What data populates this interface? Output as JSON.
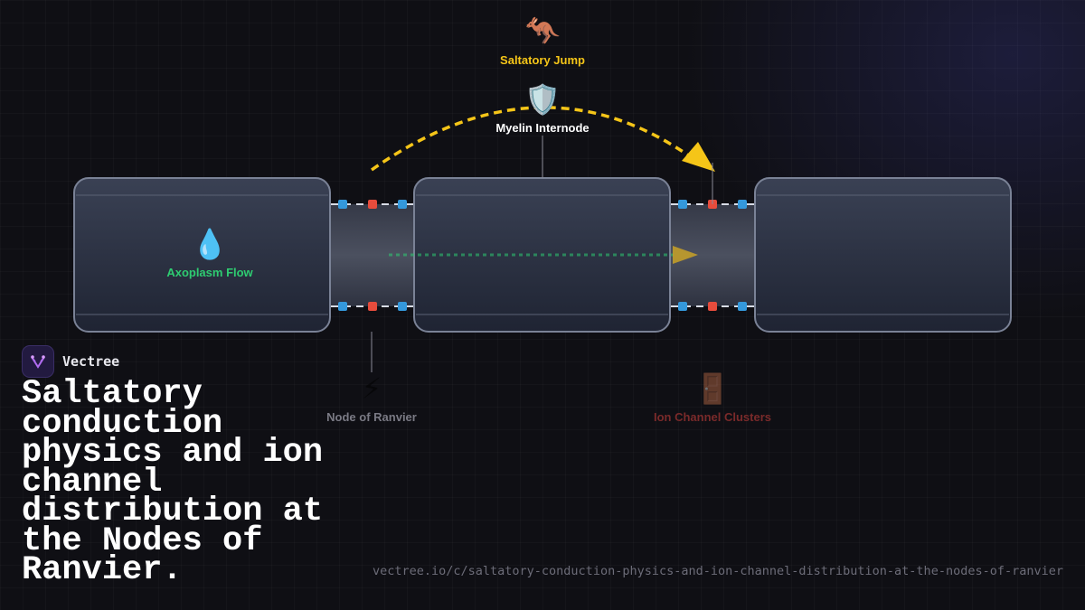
{
  "diagram": {
    "labels": {
      "saltatory_jump": "Saltatory Jump",
      "myelin_internode": "Myelin Internode",
      "axoplasm_flow": "Axoplasm Flow",
      "node_of_ranvier": "Node of Ranvier",
      "ion_channel_clusters": "Ion Channel Clusters"
    },
    "icons": {
      "saltatory_jump": "kangaroo-icon",
      "myelin_internode": "shield-icon",
      "axoplasm_flow": "droplet-icon",
      "node_of_ranvier": "lightning-icon",
      "ion_channel_clusters": "door-icon"
    },
    "glyphs": {
      "saltatory_jump": "🦘",
      "myelin_internode": "🛡️",
      "axoplasm_flow": "💧",
      "node_of_ranvier": "⚡",
      "ion_channel_clusters": "🚪"
    },
    "colors": {
      "jump": "#f5c518",
      "axoplasm": "#2ecc71",
      "myelin_label": "#ffffff",
      "node_label": "#7a7a84",
      "ion_label": "#7a2a2a",
      "na_channel": "#3498db",
      "k_channel": "#e74c3c",
      "internode_fill": "#2c3346",
      "internode_border": "#7a8296",
      "node_fill": "#4a4f5e"
    }
  },
  "brand": {
    "name": "Vectree"
  },
  "title": "Saltatory conduction physics and ion channel distribution at the Nodes of Ranvier.",
  "footer": {
    "url": "vectree.io/c/saltatory-conduction-physics-and-ion-channel-distribution-at-the-nodes-of-ranvier"
  }
}
